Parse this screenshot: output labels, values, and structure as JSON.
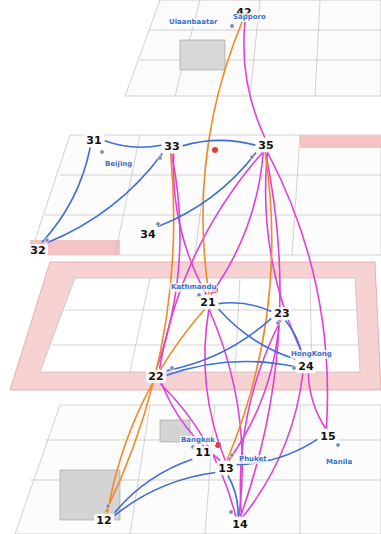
{
  "diagram": {
    "nodes": [
      {
        "text": [
          "42"
        ]
      },
      {
        "text": [
          "31"
        ]
      },
      {
        "text": [
          "33"
        ]
      },
      {
        "text": [
          "35"
        ]
      },
      {
        "text": [
          "34"
        ]
      },
      {
        "text": [
          "32"
        ]
      },
      {
        "text": [
          "21"
        ]
      },
      {
        "text": [
          "23"
        ]
      },
      {
        "text": [
          "22"
        ]
      },
      {
        "text": [
          "24"
        ]
      },
      {
        "text": [
          "11"
        ]
      },
      {
        "text": [
          "15"
        ]
      },
      {
        "text": [
          "13"
        ]
      },
      {
        "text": [
          "12"
        ]
      },
      {
        "text": [
          "14"
        ]
      }
    ],
    "edges": [
      {
        "from": 1,
        "to": 2,
        "arrow": "none"
      },
      {
        "from": 1,
        "to": 5,
        "arrow": "none"
      },
      {
        "from": 5,
        "to": 2,
        "arrow": "none"
      },
      {
        "from": 2,
        "to": 3,
        "arrow": "none"
      },
      {
        "from": 4,
        "to": 3,
        "arrow": "none"
      },
      {
        "from": 6,
        "to": 7,
        "arrow": "none"
      },
      {
        "from": 8,
        "to": 7,
        "arrow": "none"
      },
      {
        "from": 8,
        "to": 9,
        "arrow": "none"
      },
      {
        "from": 6,
        "to": 9,
        "arrow": "none"
      },
      {
        "from": 7,
        "to": 9,
        "arrow": "none"
      },
      {
        "from": 10,
        "to": 13,
        "arrow": "none"
      },
      {
        "from": 13,
        "to": 12,
        "arrow": "none"
      },
      {
        "from": 12,
        "to": 11,
        "arrow": "none"
      },
      {
        "from": 12,
        "to": 14,
        "arrow": "none"
      },
      {
        "from": 0,
        "to": 6,
        "arrow": "none"
      },
      {
        "from": 2,
        "to": 13,
        "arrow": "none"
      },
      {
        "from": 6,
        "to": 13,
        "arrow": "none"
      },
      {
        "from": 3,
        "to": 12,
        "arrow": "none"
      },
      {
        "from": 0,
        "to": 3,
        "arrow": "none"
      },
      {
        "from": 3,
        "to": 6,
        "arrow": "none"
      },
      {
        "from": 3,
        "to": 8,
        "arrow": "none"
      },
      {
        "from": 3,
        "to": 14,
        "arrow": "none"
      },
      {
        "from": 3,
        "to": 9,
        "arrow": "none"
      },
      {
        "from": 3,
        "to": 11,
        "arrow": "none"
      },
      {
        "from": 2,
        "to": 6,
        "arrow": "none"
      },
      {
        "from": 2,
        "to": 8,
        "arrow": "none"
      },
      {
        "from": 6,
        "to": 12,
        "arrow": "none"
      },
      {
        "from": 6,
        "to": 14,
        "arrow": "none"
      },
      {
        "from": 8,
        "to": 12,
        "arrow": "none"
      },
      {
        "from": 7,
        "to": 12,
        "arrow": "none"
      },
      {
        "from": 7,
        "to": 14,
        "arrow": "none"
      },
      {
        "from": 9,
        "to": 14,
        "arrow": "none"
      },
      {
        "from": 9,
        "to": 11,
        "arrow": "none"
      },
      {
        "from": 8,
        "to": 14,
        "arrow": "none"
      }
    ],
    "labels": [
      "Ulaanbaatar",
      "Sapporo",
      "Beijing",
      "Kathmandu",
      "HongKong",
      "Bangkok",
      "Phuket",
      "Manila"
    ]
  }
}
